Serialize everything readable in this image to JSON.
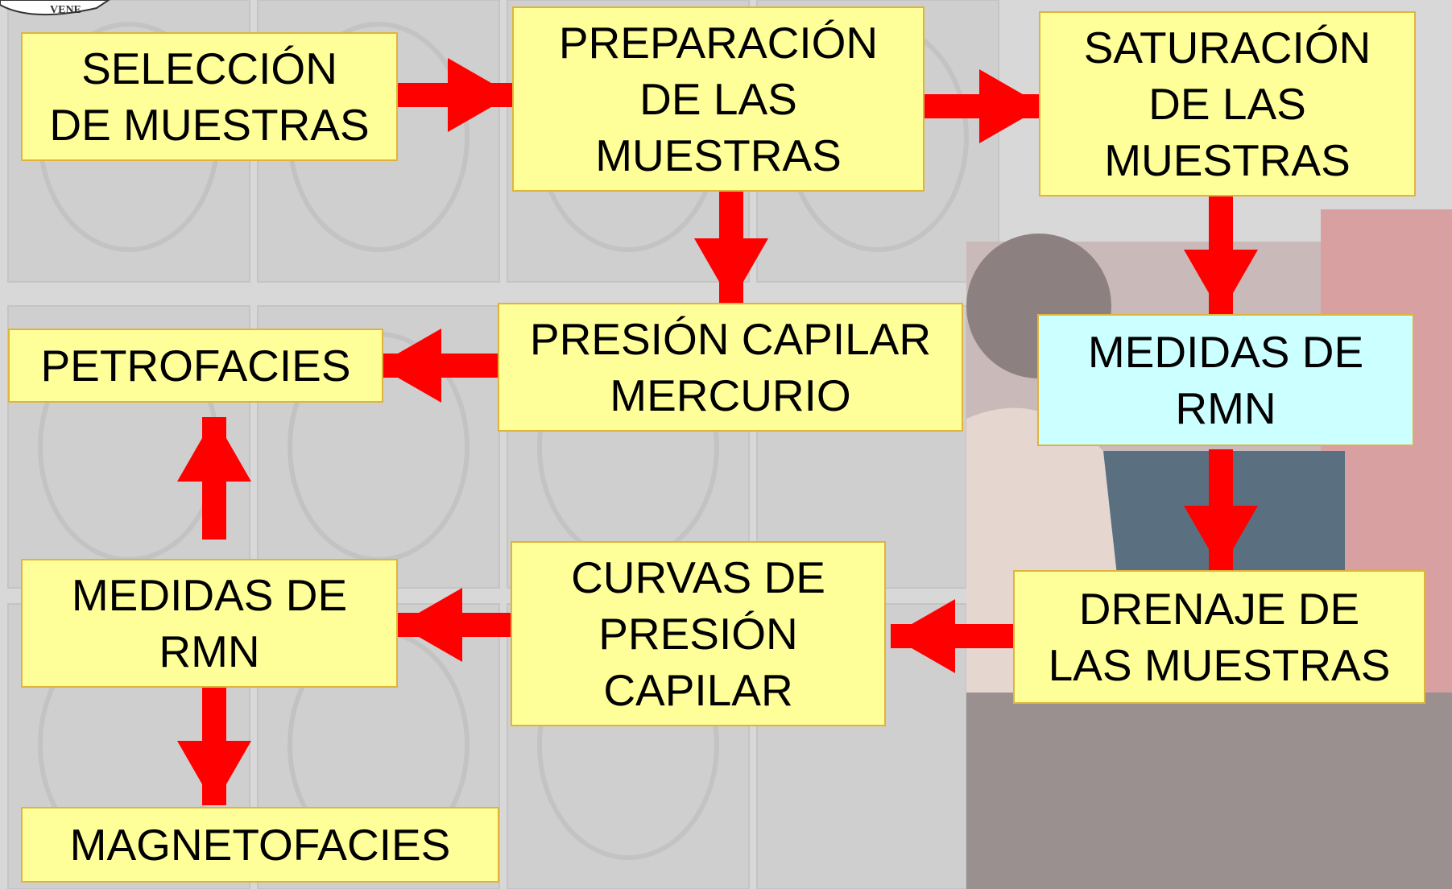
{
  "logo": {
    "text": "VENE"
  },
  "colors": {
    "box_fill": "#ffff99",
    "box_fill_highlight": "#ccffff",
    "box_border": "#e0b43a",
    "arrow": "#ff0000",
    "background": "#d6d6d6"
  },
  "boxes": {
    "seleccion": {
      "lines": [
        "SELECCIÓN",
        "DE MUESTRAS"
      ]
    },
    "preparacion": {
      "lines": [
        "PREPARACIÓN",
        "DE LAS",
        "MUESTRAS"
      ]
    },
    "saturacion": {
      "lines": [
        "SATURACIÓN",
        "DE LAS",
        "MUESTRAS"
      ]
    },
    "presion_capilar": {
      "lines": [
        "PRESIÓN CAPILAR",
        "MERCURIO"
      ]
    },
    "petrofacies": {
      "lines": [
        "PETROFACIES"
      ]
    },
    "medidas_rmn_1": {
      "lines": [
        "MEDIDAS DE",
        "RMN"
      ]
    },
    "drenaje": {
      "lines": [
        "DRENAJE DE",
        "LAS MUESTRAS"
      ]
    },
    "curvas": {
      "lines": [
        "CURVAS DE",
        "PRESIÓN",
        "CAPILAR"
      ]
    },
    "medidas_rmn_2": {
      "lines": [
        "MEDIDAS DE",
        "RMN"
      ]
    },
    "magnetofacies": {
      "lines": [
        "MAGNETOFACIES"
      ]
    }
  },
  "edges": [
    {
      "from": "seleccion",
      "to": "preparacion"
    },
    {
      "from": "preparacion",
      "to": "saturacion"
    },
    {
      "from": "preparacion",
      "to": "presion_capilar"
    },
    {
      "from": "presion_capilar",
      "to": "petrofacies"
    },
    {
      "from": "saturacion",
      "to": "medidas_rmn_1"
    },
    {
      "from": "medidas_rmn_1",
      "to": "drenaje"
    },
    {
      "from": "drenaje",
      "to": "curvas"
    },
    {
      "from": "curvas",
      "to": "medidas_rmn_2"
    },
    {
      "from": "medidas_rmn_2",
      "to": "petrofacies"
    },
    {
      "from": "medidas_rmn_2",
      "to": "magnetofacies"
    }
  ]
}
